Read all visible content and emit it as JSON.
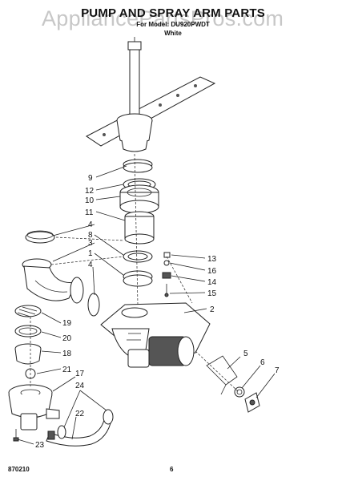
{
  "watermark": "AppliancePartsPros.com",
  "header": {
    "title": "PUMP AND SPRAY ARM PARTS",
    "model_line": "For Model: DU920PWDT",
    "color_line": "White"
  },
  "callouts": {
    "c9": "9",
    "c12": "12",
    "c10": "10",
    "c11": "11",
    "c4a": "4",
    "c8": "8",
    "c3": "3",
    "c1": "1",
    "c4b": "4",
    "c13": "13",
    "c16": "16",
    "c14": "14",
    "c15": "15",
    "c2": "2",
    "c19": "19",
    "c20": "20",
    "c18": "18",
    "c21": "21",
    "c17": "17",
    "c24": "24",
    "c22": "22",
    "c23": "23",
    "c5": "5",
    "c6": "6",
    "c7": "7"
  },
  "footer": {
    "code": "870210",
    "page": "6"
  }
}
